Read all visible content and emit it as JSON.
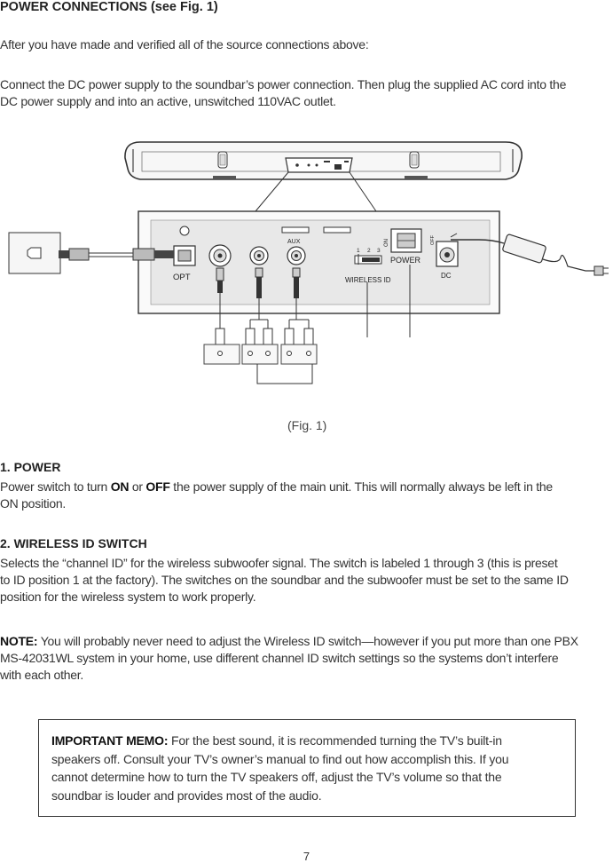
{
  "heading": "POWER CONNECTIONS (see Fig. 1)",
  "intro": "After you have made and verified all of the source connections above:",
  "connect_line1": "Connect the DC power supply to the soundbar’s power connection.  Then plug the supplied AC cord into the",
  "connect_line2": "DC power supply and into an active, unswitched 110VAC outlet.",
  "figure": {
    "labels": {
      "opt": "OPT",
      "aux": "AUX",
      "wireless_id": "WIRELESS ID",
      "power": "POWER",
      "dc": "DC",
      "on": "ON",
      "off": "OFF",
      "switch_positions": [
        "1",
        "2",
        "3"
      ]
    },
    "caption": "(Fig. 1)"
  },
  "section1": {
    "title": "1.  POWER",
    "line1_pre": "Power switch to turn ",
    "on": "ON",
    "or": " or ",
    "off": "OFF",
    "line1_post": " the power supply of the main unit.  This will normally always be left in the",
    "line2": "ON position."
  },
  "section2": {
    "title": "2.  WIRELESS ID SWITCH",
    "line1": "Selects the “channel ID” for the wireless subwoofer signal. The switch is labeled 1 through 3 (this is preset",
    "line2": "to ID position 1 at the factory).  The switches on the soundbar and the subwoofer must be set to the same ID",
    "line3": "position for the wireless system to work properly."
  },
  "note": {
    "label": "NOTE:",
    "line1": " You will probably never need to adjust the Wireless ID switch—however if you put more than one PBX",
    "line2": "MS-42031WL system in your home, use different channel ID switch settings so the systems don’t interfere",
    "line3": "with each other."
  },
  "memo": {
    "label": "IMPORTANT MEMO:",
    "line1": " For the best sound, it is recommended turning the TV’s built-in",
    "line2": "speakers off.  Consult your TV’s owner’s manual to find out how accomplish this.  If you",
    "line3": "cannot determine how to turn the TV speakers off, adjust the TV’s volume so that the",
    "line4": "soundbar is louder and provides most of the audio."
  },
  "page_number": "7"
}
